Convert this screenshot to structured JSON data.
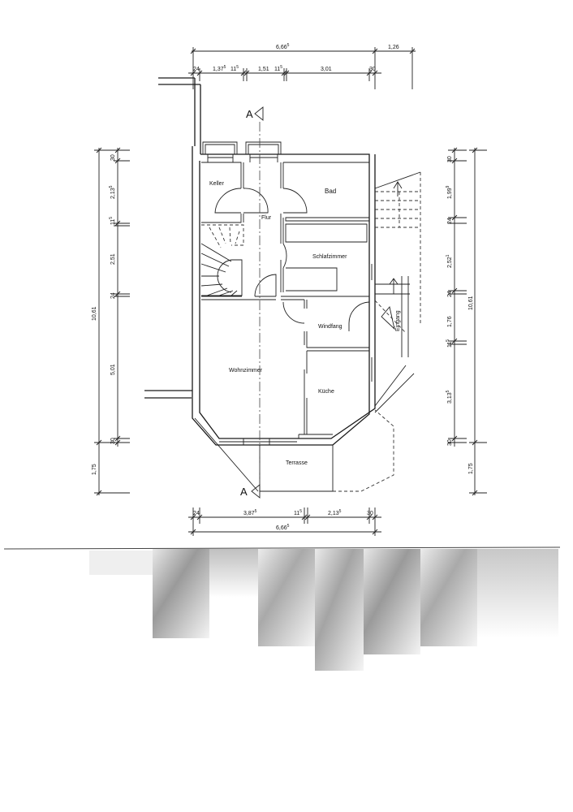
{
  "rooms": {
    "keller": "Keller",
    "flur": "Flur",
    "bad": "Bad",
    "schlafzimmer": "Schlafzimmer",
    "windfang": "Windfang",
    "eingang": "Eingang",
    "wohnzimmer": "Wohnzimmer",
    "kueche": "Küche",
    "terrasse": "Terrasse"
  },
  "section_marks": {
    "top": "A",
    "bottom": "A"
  },
  "dims_top": {
    "total": {
      "main": "6,66",
      "sup": "5"
    },
    "overhang": {
      "main": "1,26",
      "sup": ""
    },
    "segments": [
      {
        "main": "24",
        "sup": ""
      },
      {
        "main": "1,37",
        "sup": "5"
      },
      {
        "main": "11",
        "sup": "5"
      },
      {
        "main": "1,51",
        "sup": ""
      },
      {
        "main": "11",
        "sup": "5"
      },
      {
        "main": "3,01",
        "sup": ""
      },
      {
        "main": "30",
        "sup": ""
      }
    ]
  },
  "dims_left": {
    "total": {
      "main": "10,61",
      "sup": ""
    },
    "outer": {
      "main": "1,75",
      "sup": ""
    },
    "segments": [
      {
        "main": "30",
        "sup": ""
      },
      {
        "main": "2,13",
        "sup": "5"
      },
      {
        "main": "11",
        "sup": "5"
      },
      {
        "main": "2,51",
        "sup": ""
      },
      {
        "main": "24",
        "sup": ""
      },
      {
        "main": "5,01",
        "sup": ""
      },
      {
        "main": "30",
        "sup": ""
      }
    ]
  },
  "dims_right": {
    "total": {
      "main": "10,61",
      "sup": ""
    },
    "outer": {
      "main": "1,75",
      "sup": ""
    },
    "segments": [
      {
        "main": "30",
        "sup": ""
      },
      {
        "main": "1,99",
        "sup": "9"
      },
      {
        "main": "24",
        "sup": ""
      },
      {
        "main": "2,52",
        "sup": "1"
      },
      {
        "main": "24",
        "sup": ""
      },
      {
        "main": "1,76",
        "sup": ""
      },
      {
        "main": "11",
        "sup": "5"
      },
      {
        "main": "3,13",
        "sup": "5"
      },
      {
        "main": "30",
        "sup": ""
      }
    ]
  },
  "dims_bottom": {
    "total": {
      "main": "6,66",
      "sup": "5"
    },
    "segments": [
      {
        "main": "24",
        "sup": ""
      },
      {
        "main": "3,87",
        "sup": "5"
      },
      {
        "main": "11",
        "sup": "5"
      },
      {
        "main": "2,13",
        "sup": "5"
      },
      {
        "main": "30",
        "sup": ""
      }
    ]
  }
}
